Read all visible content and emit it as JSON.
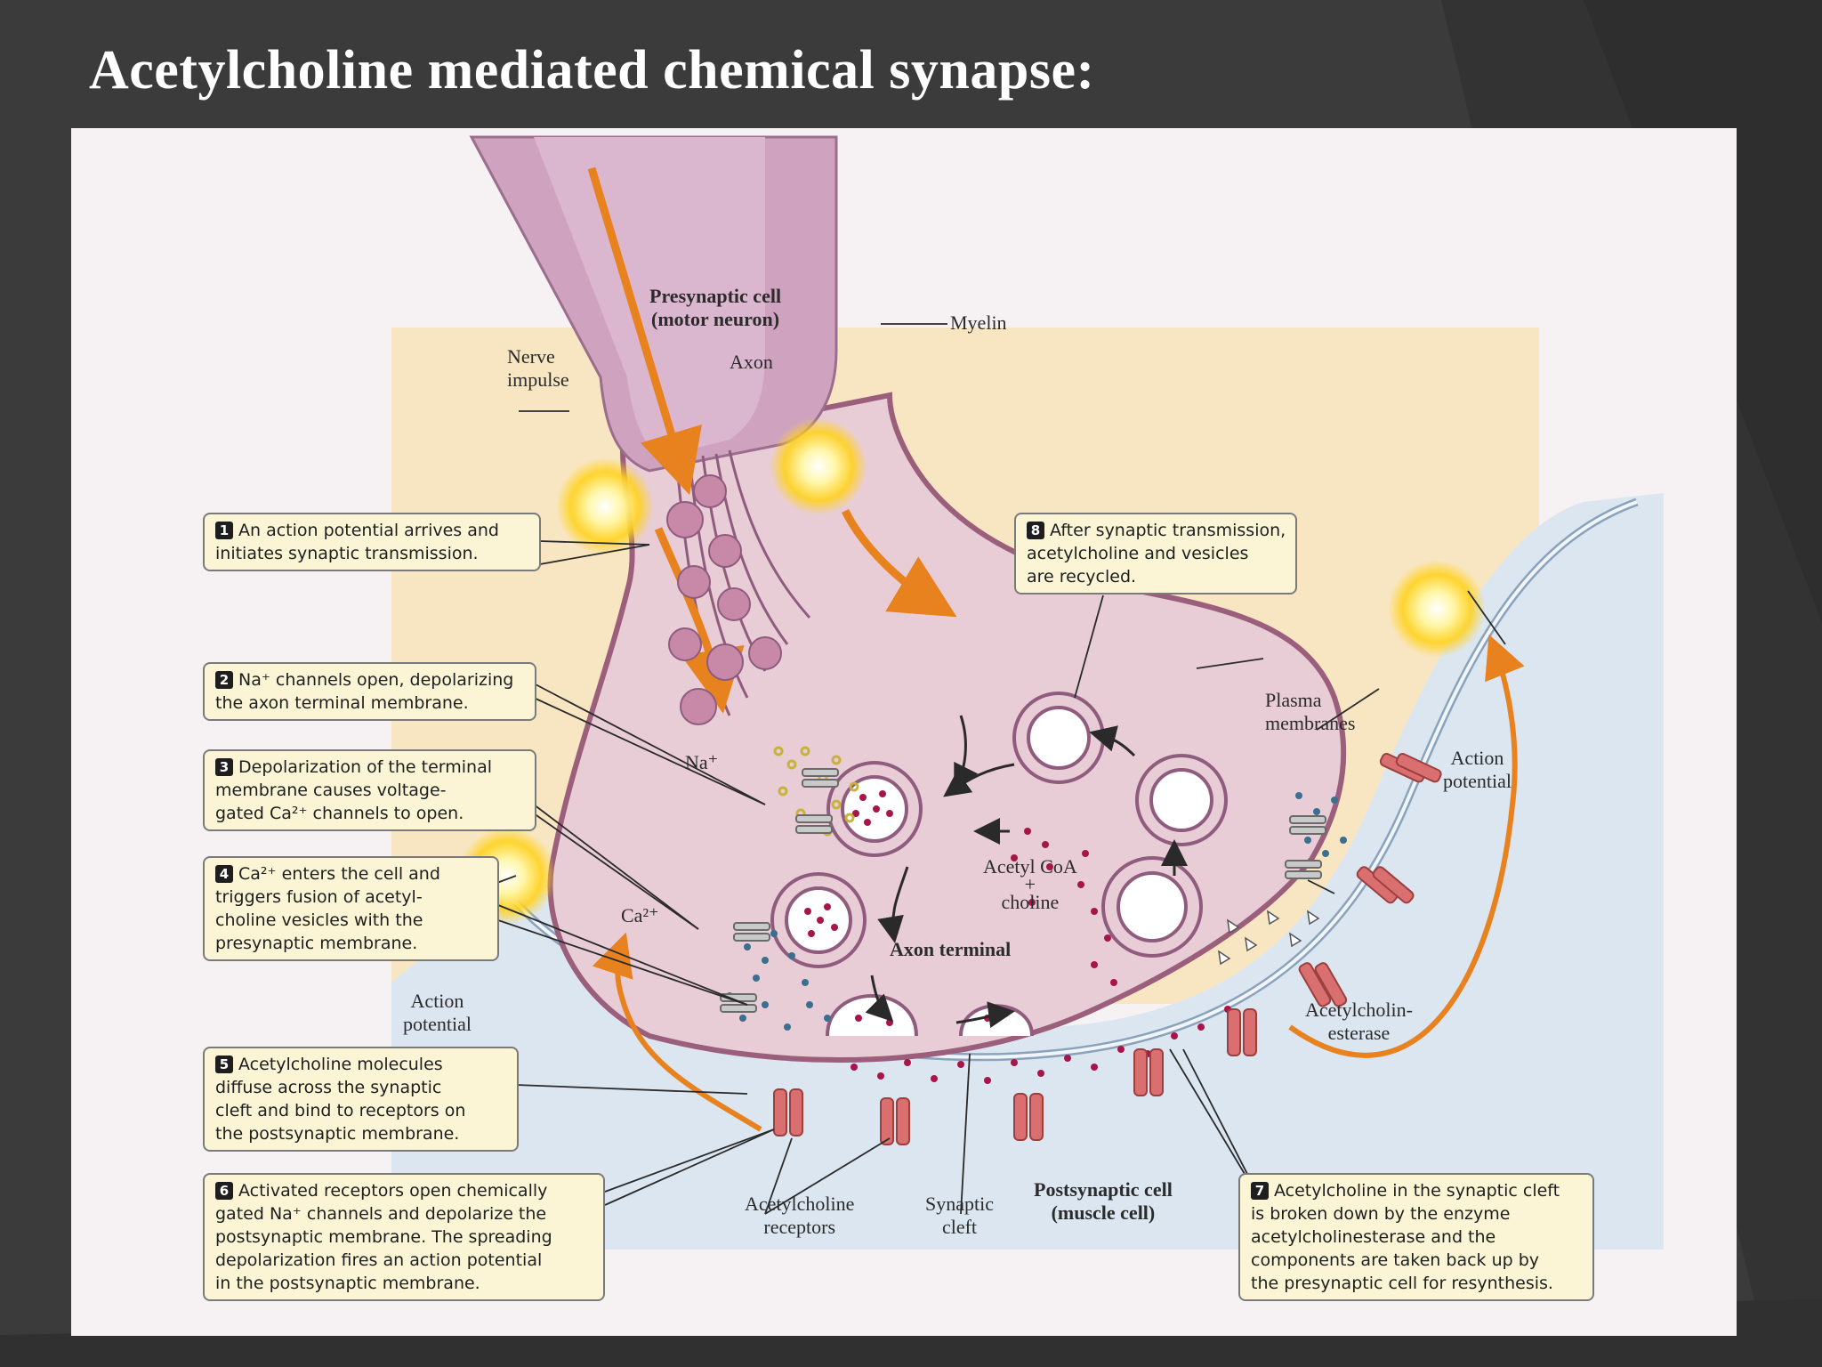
{
  "title": "Acetylcholine mediated chemical synapse:",
  "colors": {
    "slide_background": "#3b3b3b",
    "panel_background": "#f6f2f3",
    "presynaptic_tissue": "#f8e6c2",
    "postsynaptic_cell": "#dce6f1",
    "axon_terminal": "#e8cdd7",
    "myelin": "#cfa3c0",
    "impulse_arrow": "#e8821f",
    "acetylcholine_dot": "#a8154a",
    "calcium_dot": "#3a6f8f",
    "sodium_dot": "#c8b23c",
    "callout_fill": "#fbf5d6",
    "receptor": "#d9706f"
  },
  "labels": {
    "presynaptic_cell": "Presynaptic cell\n(motor neuron)",
    "axon": "Axon",
    "myelin": "Myelin",
    "nerve_impulse": "Nerve\nimpulse",
    "na_ion": "Na⁺",
    "ca_ion": "Ca²⁺",
    "acetyl_coa_choline": "Acetyl CoA\n+\ncholine",
    "axon_terminal": "Axon terminal",
    "plasma_membranes": "Plasma\nmembranes",
    "action_potential_right": "Action\npotential",
    "action_potential_left": "Action\npotential",
    "acetylcholinesterase": "Acetylcholin-\nesterase",
    "acetylcholine_receptors": "Acetylcholine\nreceptors",
    "synaptic_cleft": "Synaptic\ncleft",
    "postsynaptic_cell": "Postsynaptic cell\n(muscle cell)"
  },
  "steps": [
    {
      "number": "1",
      "text": "An action potential arrives and\ninitiates synaptic transmission."
    },
    {
      "number": "2",
      "text": "Na⁺ channels open, depolarizing\nthe axon terminal membrane."
    },
    {
      "number": "3",
      "text": "Depolarization of the terminal\nmembrane causes voltage-\ngated Ca²⁺ channels to open."
    },
    {
      "number": "4",
      "text": "Ca²⁺ enters the cell and\ntriggers fusion of acetyl-\ncholine vesicles with the\npresynaptic membrane."
    },
    {
      "number": "5",
      "text": "Acetylcholine molecules\ndiffuse across the synaptic\ncleft and bind to receptors on\nthe postsynaptic membrane."
    },
    {
      "number": "6",
      "text": "Activated receptors open chemically\ngated Na⁺ channels and depolarize the\npostsynaptic membrane. The spreading\ndepolarization fires an action potential\nin the postsynaptic membrane."
    },
    {
      "number": "7",
      "text": "Acetylcholine in the synaptic cleft\nis broken down by the enzyme\nacetylcholinesterase and the\ncomponents are taken back up by\nthe presynaptic cell for resynthesis."
    },
    {
      "number": "8",
      "text": "After synaptic transmission,\nacetylcholine and vesicles\nare recycled."
    }
  ]
}
